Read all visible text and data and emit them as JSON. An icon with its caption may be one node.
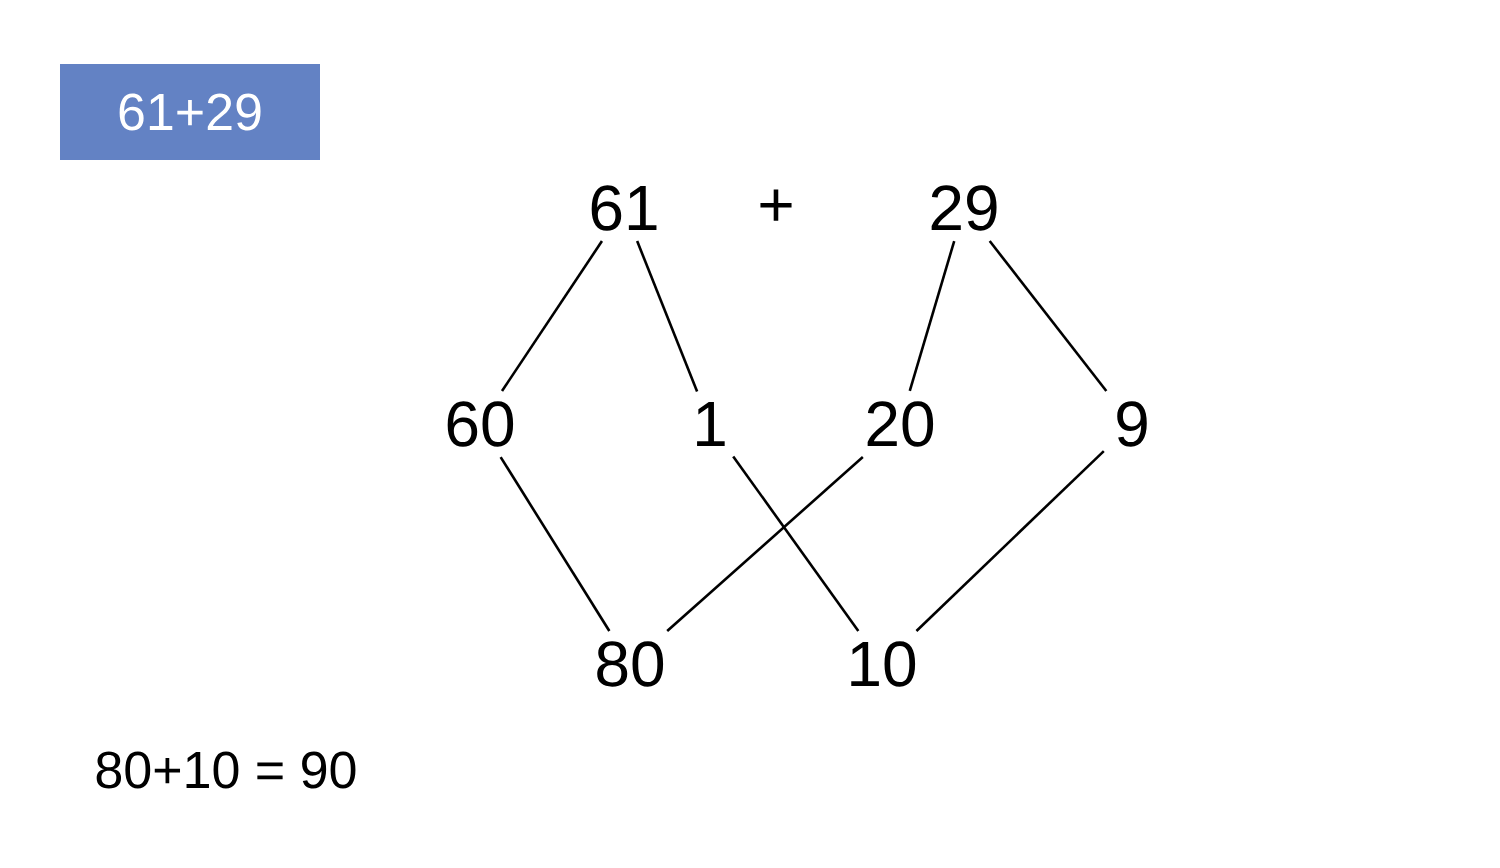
{
  "diagram": {
    "nodes": [
      {
        "text": [
          "61+29"
        ]
      },
      {
        "text": [
          "61"
        ]
      },
      {
        "text": [
          "29"
        ]
      },
      {
        "text": [
          "60"
        ]
      },
      {
        "text": [
          "1"
        ]
      },
      {
        "text": [
          "20"
        ]
      },
      {
        "text": [
          "9"
        ]
      },
      {
        "text": [
          "80"
        ]
      },
      {
        "text": [
          "10"
        ]
      }
    ],
    "edges": [
      {
        "from": 1,
        "to": 3,
        "arrow": "none"
      },
      {
        "from": 1,
        "to": 4,
        "arrow": "none"
      },
      {
        "from": 2,
        "to": 5,
        "arrow": "none"
      },
      {
        "from": 2,
        "to": 6,
        "arrow": "none"
      },
      {
        "from": 3,
        "to": 7,
        "arrow": "none"
      },
      {
        "from": 4,
        "to": 8,
        "arrow": "none"
      },
      {
        "from": 5,
        "to": 7,
        "arrow": "none"
      },
      {
        "from": 6,
        "to": 8,
        "arrow": "none"
      }
    ],
    "labels": [
      "+",
      "80+10 = 90"
    ]
  }
}
